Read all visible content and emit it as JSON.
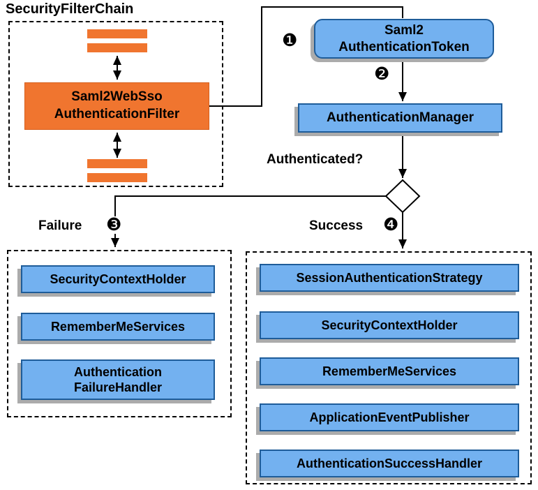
{
  "title": "SecurityFilterChain",
  "colors": {
    "orange": "#F0752F",
    "blue_fill": "#73B1F0",
    "blue_border": "#1E5C99",
    "shadow_gray": "#ABABAB",
    "line": "#000000",
    "diamond_fill": "#FFFFFF"
  },
  "filter_chain": {
    "filter_label": "Saml2WebSso\nAuthenticationFilter"
  },
  "flow": {
    "token_label": "Saml2\nAuthenticationToken",
    "token_badge": "❶",
    "manager_label": "AuthenticationManager",
    "manager_badge": "❷",
    "decision_label": "Authenticated?"
  },
  "failure": {
    "label": "Failure",
    "badge": "❸",
    "items": [
      "SecurityContextHolder",
      "RememberMeServices",
      "Authentication\nFailureHandler"
    ]
  },
  "success": {
    "label": "Success",
    "badge": "❹",
    "items": [
      "SessionAuthenticationStrategy",
      "SecurityContextHolder",
      "RememberMeServices",
      "ApplicationEventPublisher",
      "AuthenticationSuccessHandler"
    ]
  }
}
